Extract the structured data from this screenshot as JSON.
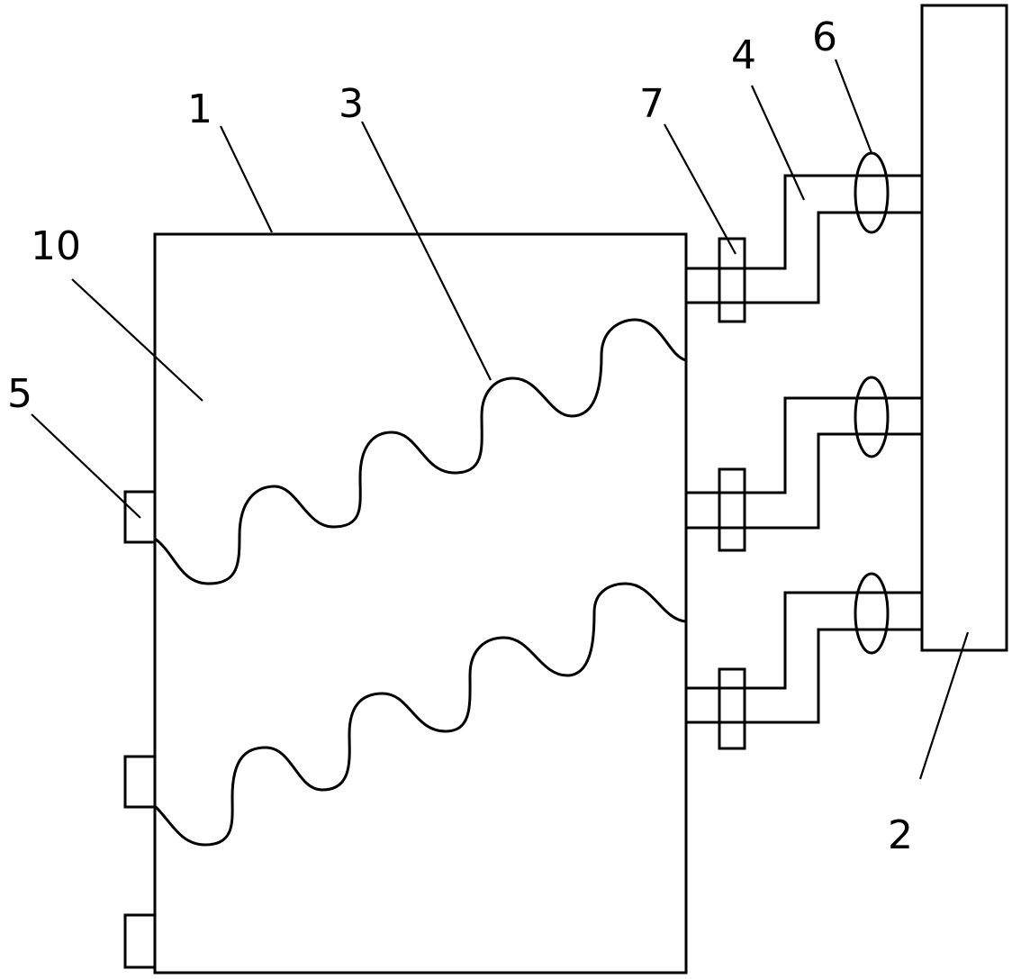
{
  "labels": {
    "main_body": "1",
    "plate": "2",
    "wave_pipe": "3",
    "conduit": "4",
    "side_block": "5",
    "ring": "6",
    "clamp": "7",
    "chamber": "10"
  },
  "colors": {
    "line": "#000000",
    "background": "#ffffff"
  }
}
